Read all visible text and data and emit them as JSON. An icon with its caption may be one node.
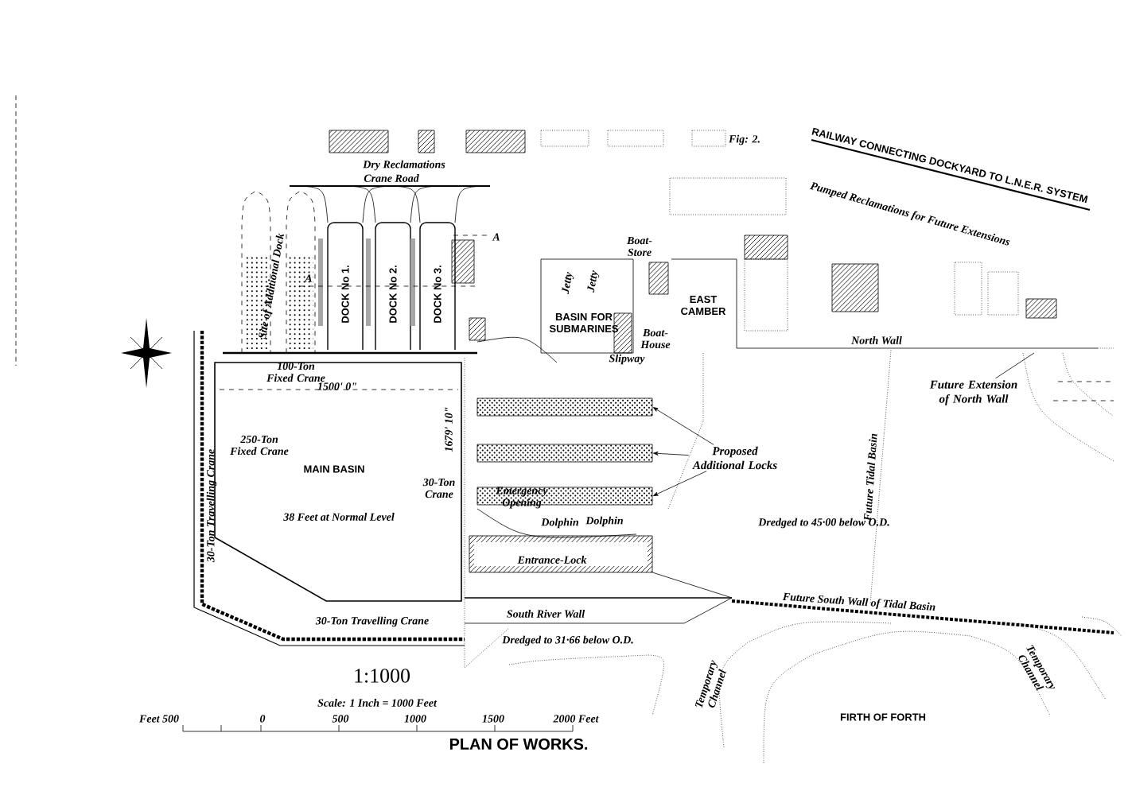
{
  "diagram": {
    "title": "PLAN OF WORKS.",
    "nodes": [
      {
        "text": [
          "Proposed Additional Locks"
        ]
      },
      {
        "text": [],
        "shape": "box"
      },
      {
        "text": [],
        "shape": "box"
      },
      {
        "text": [],
        "shape": "box"
      },
      {
        "text": [
          "Future Extension of North Wall"
        ]
      }
    ],
    "edges": [
      {
        "from": 0,
        "to": 1,
        "arrow": "to"
      },
      {
        "from": 0,
        "to": 2,
        "arrow": "to"
      },
      {
        "from": 0,
        "to": 3,
        "arrow": "to"
      },
      {
        "from": 4,
        "to": null,
        "arrow": "none"
      }
    ],
    "labels": [
      "Fig: 2.",
      "RAILWAY CONNECTING DOCKYARD TO L.N.E.R. SYSTEM",
      "Dry Reclamations",
      "Crane Road",
      "Pumped Reclamations for Future Extensions",
      "Site of Additional Dock",
      "DOCK No 1.",
      "DOCK No 2.",
      "DOCK No 3.",
      "A",
      "A",
      "Boat-Store",
      "Jetty",
      "Jetty",
      "BASIN FOR SUBMARINES",
      "Boat-House",
      "Slipway",
      "EAST CAMBER",
      "North Wall",
      "100-Ton Fixed Crane",
      "1500' 0\"",
      "250-Ton Fixed Crane",
      "MAIN BASIN",
      "38 Feet at Normal Level",
      "30-Ton Crane",
      "1679' 10\"",
      "Emergency Opening",
      "Dolphin",
      "Dolphin",
      "Entrance-Lock",
      "Future Tidal Basin",
      "Dredged to 45·00 below O.D.",
      "30-Ton Travelling Crane",
      "30-Ton Travelling Crane",
      "South River Wall",
      "Future South Wall of Tidal Basin",
      "Dredged to 31·66 below O.D.",
      "1:1000",
      "Scale: 1 Inch = 1000 Feet",
      "Feet 500",
      "0",
      "500",
      "1000",
      "1500",
      "2000 Feet",
      "Temporary Channel",
      "Temporary Channel",
      "FIRTH OF FORTH"
    ]
  }
}
